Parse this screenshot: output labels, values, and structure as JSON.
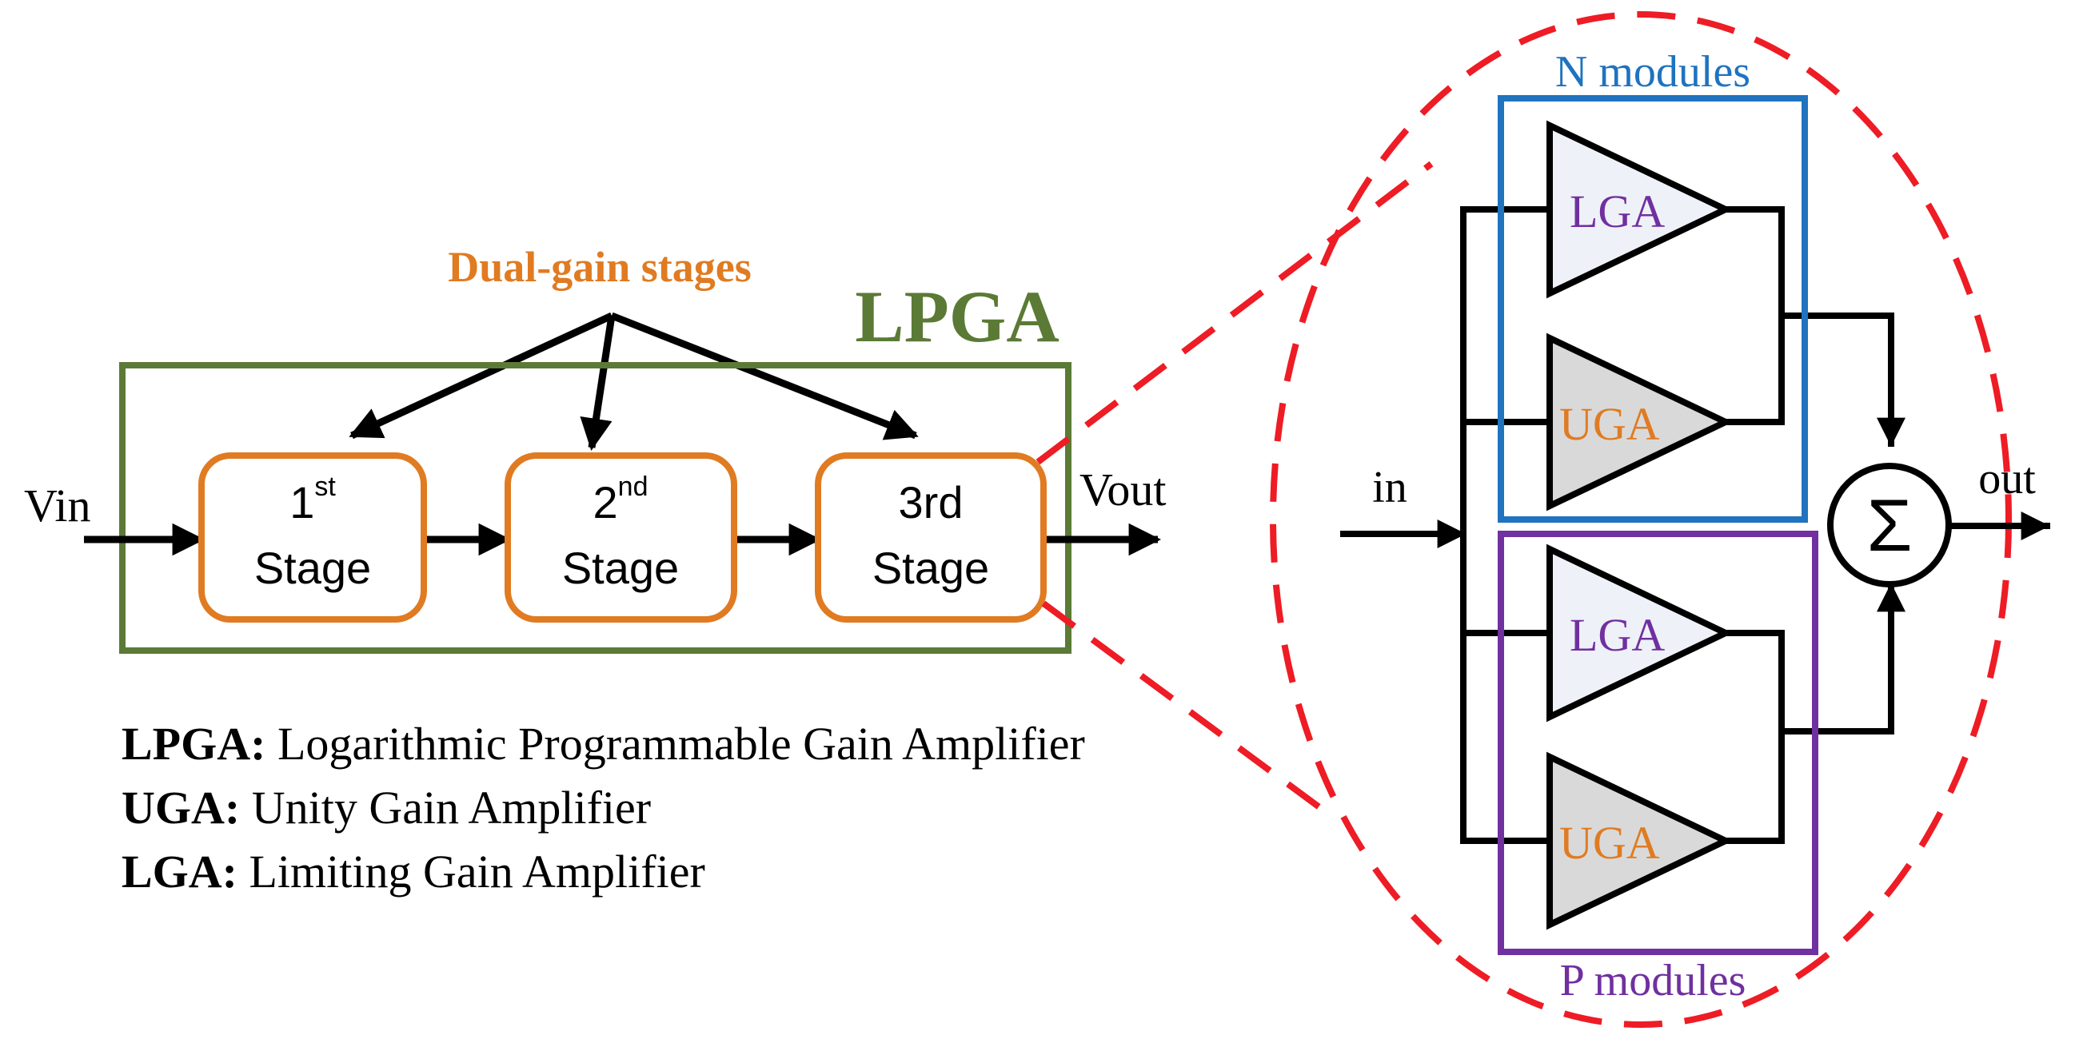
{
  "colors": {
    "lpga_green": "#5b7a35",
    "stage_orange": "#e07b22",
    "highlight_red": "#ee1c25",
    "n_blue": "#1f73bf",
    "p_purple": "#7030a0",
    "lga_fill": "#eef1f7",
    "uga_fill": "#d9d9d9",
    "line": "#000000"
  },
  "left": {
    "dual_gain_label": "Dual-gain stages",
    "lpga_label": "LPGA",
    "vin_label": "Vin",
    "vout_label": "Vout",
    "stages": [
      {
        "num": "1",
        "sup": "st",
        "word": "Stage"
      },
      {
        "num": "2",
        "sup": "nd",
        "word": "Stage"
      },
      {
        "num": "3rd",
        "sup": "",
        "word": "Stage"
      }
    ]
  },
  "legend": [
    {
      "term": "LPGA:",
      "desc": " Logarithmic Programmable Gain Amplifier"
    },
    {
      "term": "UGA:",
      "desc": " Unity Gain Amplifier"
    },
    {
      "term": "LGA:",
      "desc": " Limiting Gain Amplifier"
    }
  ],
  "right": {
    "n_modules_label": "N modules",
    "p_modules_label": "P modules",
    "in_label": "in",
    "out_label": "out",
    "sum_symbol": "Σ",
    "amplifiers": [
      "LGA",
      "UGA",
      "LGA",
      "UGA"
    ]
  }
}
